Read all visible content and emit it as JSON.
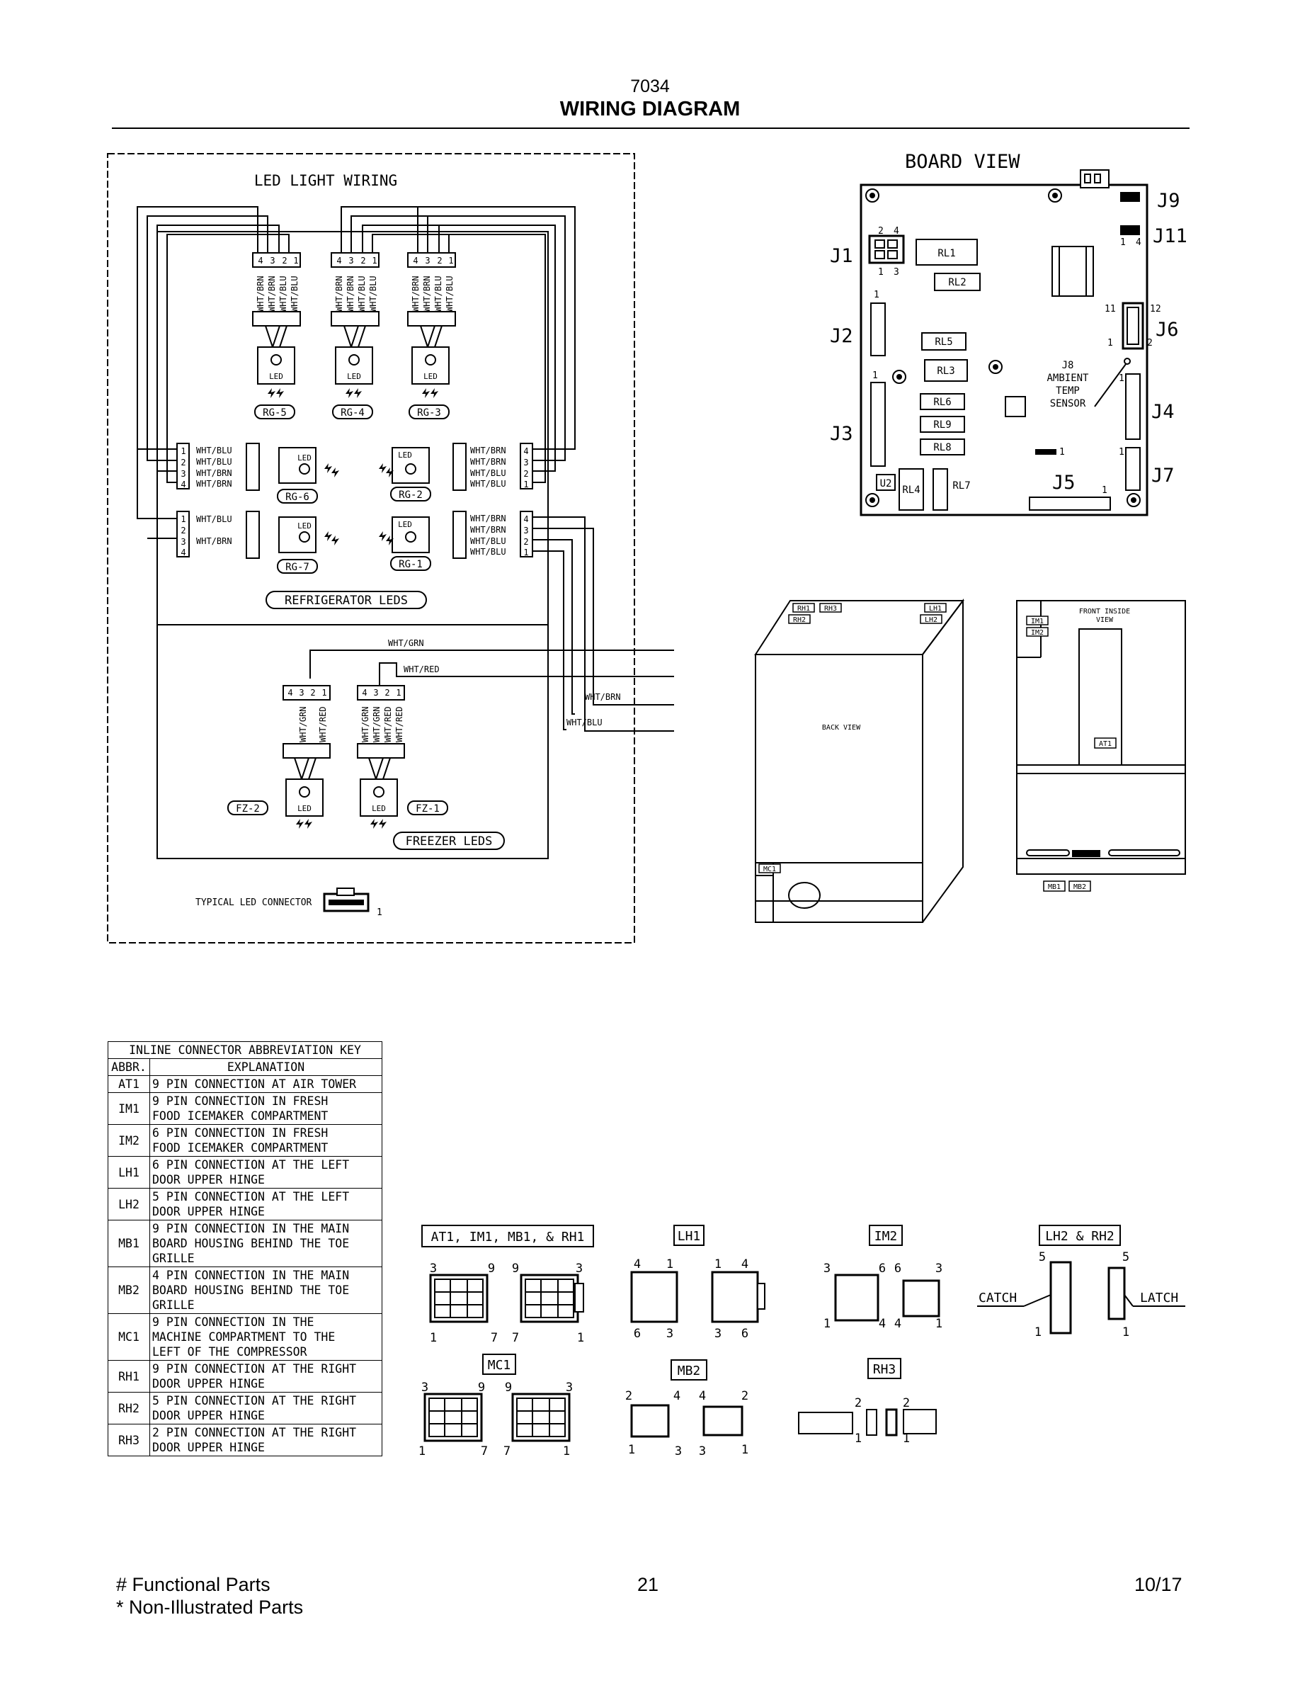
{
  "header": {
    "model": "7034",
    "title": "WIRING DIAGRAM"
  },
  "led": {
    "title": "LED LIGHT WIRING",
    "wire_labels": [
      "WHT/BRN",
      "WHT/BRN",
      "WHT/BLU",
      "WHT/BLU"
    ],
    "pins_desc": [
      "4",
      "3",
      "2",
      "1"
    ],
    "pins_asc": [
      "1",
      "2",
      "3",
      "4"
    ],
    "led_label": "LED",
    "rg5": "RG-5",
    "rg4": "RG-4",
    "rg3": "RG-3",
    "rg6": "RG-6",
    "rg2": "RG-2",
    "rg7": "RG-7",
    "rg1": "RG-1",
    "rg6_wires": [
      "WHT/BLU",
      "WHT/BLU",
      "WHT/BRN",
      "WHT/BRN"
    ],
    "rg2_wires": [
      "WHT/BRN",
      "WHT/BRN",
      "WHT/BLU",
      "WHT/BLU"
    ],
    "rg7_wires": [
      "WHT/BLU",
      "WHT/BRN"
    ],
    "rg1_wires": [
      "WHT/BRN",
      "WHT/BRN",
      "WHT/BLU",
      "WHT/BLU"
    ],
    "fridge_title": "REFRIGERATOR LEDS",
    "freezer_title": "FREEZER LEDS",
    "fz2": "FZ-2",
    "fz1": "FZ-1",
    "fz_wires": [
      "WHT/GRN",
      "WHT/RED"
    ],
    "fz1_wires": [
      "WHT/GRN",
      "WHT/GRN",
      "WHT/RED",
      "WHT/RED"
    ],
    "trunk": [
      "WHT/GRN",
      "WHT/RED",
      "WHT/BRN",
      "WHT/BLU"
    ],
    "typical": "TYPICAL LED CONNECTOR",
    "typical_pin": "1"
  },
  "board": {
    "title": "BOARD VIEW",
    "j9": "J9",
    "j11": "J11",
    "j1": "J1",
    "j2": "J2",
    "j6": "J6",
    "j3": "J3",
    "j4": "J4",
    "j7": "J7",
    "j5": "J5",
    "rl1": "RL1",
    "rl2": "RL2",
    "rl5": "RL5",
    "rl3": "RL3",
    "rl6": "RL6",
    "rl9": "RL9",
    "rl8": "RL8",
    "rl4": "RL4",
    "rl7": "RL7",
    "u2": "U2",
    "j8": "J8",
    "ambient": "AMBIENT",
    "temp": "TEMP",
    "sensor": "SENSOR",
    "n1": "1",
    "n2": "2",
    "n3": "3",
    "n4": "4",
    "n11": "11",
    "n12": "12"
  },
  "back": {
    "label": "BACK VIEW",
    "rh1": "RH1",
    "rh3": "RH3",
    "rh2": "RH2",
    "lh1": "LH1",
    "lh2": "LH2",
    "mc1": "MC1"
  },
  "front": {
    "label1": "FRONT INSIDE",
    "label2": "VIEW",
    "im1": "IM1",
    "im2": "IM2",
    "at1": "AT1",
    "mb1": "MB1",
    "mb2": "MB2"
  },
  "key": {
    "title": "INLINE CONNECTOR ABBREVIATION KEY",
    "col_abbr": "ABBR.",
    "col_expl": "EXPLANATION",
    "rows": [
      {
        "abbr": "AT1",
        "expl": "9 PIN CONNECTION AT AIR TOWER"
      },
      {
        "abbr": "IM1",
        "expl": "9 PIN CONNECTION IN FRESH\nFOOD ICEMAKER COMPARTMENT"
      },
      {
        "abbr": "IM2",
        "expl": "6 PIN CONNECTION IN FRESH\nFOOD ICEMAKER COMPARTMENT"
      },
      {
        "abbr": "LH1",
        "expl": "6 PIN CONNECTION AT THE LEFT\nDOOR UPPER HINGE"
      },
      {
        "abbr": "LH2",
        "expl": "5 PIN CONNECTION AT THE LEFT\nDOOR UPPER HINGE"
      },
      {
        "abbr": "MB1",
        "expl": "9 PIN CONNECTION IN THE MAIN\nBOARD HOUSING BEHIND THE TOE\nGRILLE"
      },
      {
        "abbr": "MB2",
        "expl": "4 PIN CONNECTION IN THE MAIN\nBOARD HOUSING BEHIND THE TOE\nGRILLE"
      },
      {
        "abbr": "MC1",
        "expl": "9 PIN CONNECTION IN THE\nMACHINE COMPARTMENT TO THE\nLEFT OF THE COMPRESSOR"
      },
      {
        "abbr": "RH1",
        "expl": "9 PIN CONNECTION AT THE RIGHT\nDOOR UPPER HINGE"
      },
      {
        "abbr": "RH2",
        "expl": "5 PIN CONNECTION AT THE RIGHT\nDOOR UPPER HINGE"
      },
      {
        "abbr": "RH3",
        "expl": "2 PIN CONNECTION AT THE RIGHT\nDOOR UPPER HINGE"
      }
    ]
  },
  "connectors": {
    "at1": "AT1, IM1, MB1, & RH1",
    "lh1": "LH1",
    "im2": "IM2",
    "lh2rh2": "LH2 & RH2",
    "mc1": "MC1",
    "mb2": "MB2",
    "rh3": "RH3",
    "catch": "CATCH",
    "latch": "LATCH",
    "p1": "1",
    "p2": "2",
    "p3": "3",
    "p4": "4",
    "p5": "5",
    "p6": "6",
    "p7": "7",
    "p9": "9"
  },
  "footer": {
    "left1": "# Functional Parts",
    "left2": "* Non-Illustrated Parts",
    "page": "21",
    "date": "10/17"
  }
}
